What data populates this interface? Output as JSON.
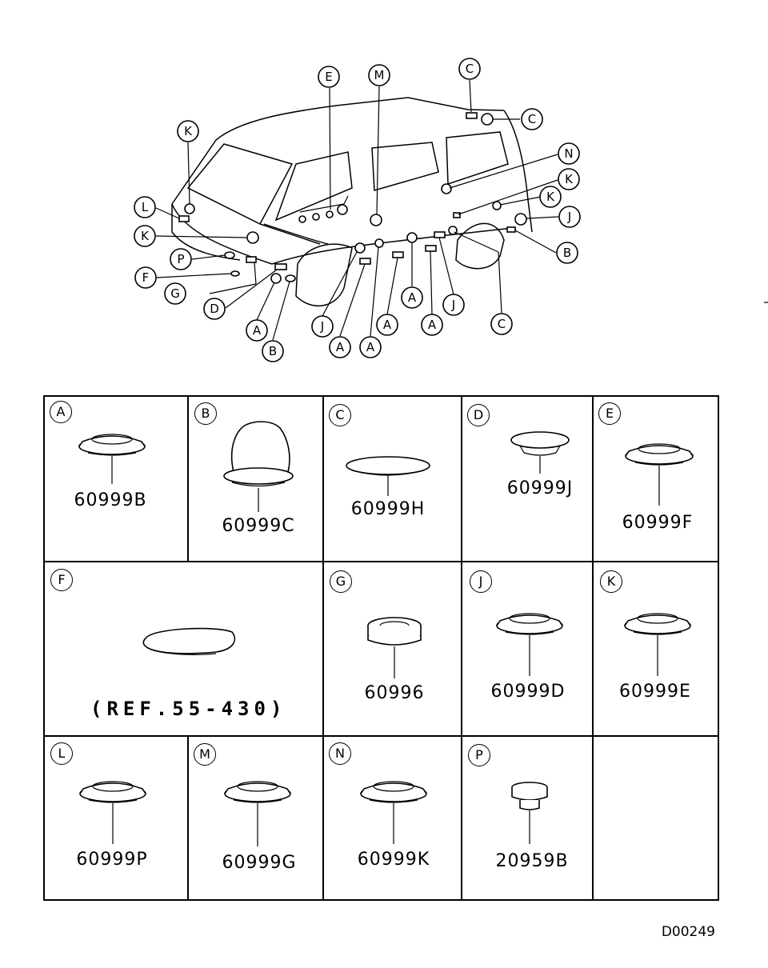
{
  "callouts": {
    "C1": "C",
    "C2": "C",
    "E": "E",
    "M": "M",
    "K1": "K",
    "N": "N",
    "K2": "K",
    "K3": "K",
    "J1": "J",
    "L": "L",
    "K4": "K",
    "B1": "B",
    "P": "P",
    "F": "F",
    "G": "G",
    "D": "D",
    "A1": "A",
    "B2": "B",
    "J2": "J",
    "A2": "A",
    "A3": "A",
    "A4": "A",
    "A5": "A",
    "A6": "A",
    "J3": "J",
    "C3": "C"
  },
  "cells": [
    {
      "letter": "A",
      "part_number": "60999B"
    },
    {
      "letter": "B",
      "part_number": "60999C"
    },
    {
      "letter": "C",
      "part_number": "60999H"
    },
    {
      "letter": "D",
      "part_number": "60999J"
    },
    {
      "letter": "E",
      "part_number": "60999F"
    },
    {
      "letter": "F",
      "part_number": "(REF.55-430)"
    },
    {
      "letter": "G",
      "part_number": "60996"
    },
    {
      "letter": "J",
      "part_number": "60999D"
    },
    {
      "letter": "K",
      "part_number": "60999E"
    },
    {
      "letter": "L",
      "part_number": "60999P"
    },
    {
      "letter": "M",
      "part_number": "60999G"
    },
    {
      "letter": "N",
      "part_number": "60999K"
    },
    {
      "letter": "P",
      "part_number": "20959B"
    }
  ],
  "drawing_code": "D00249"
}
